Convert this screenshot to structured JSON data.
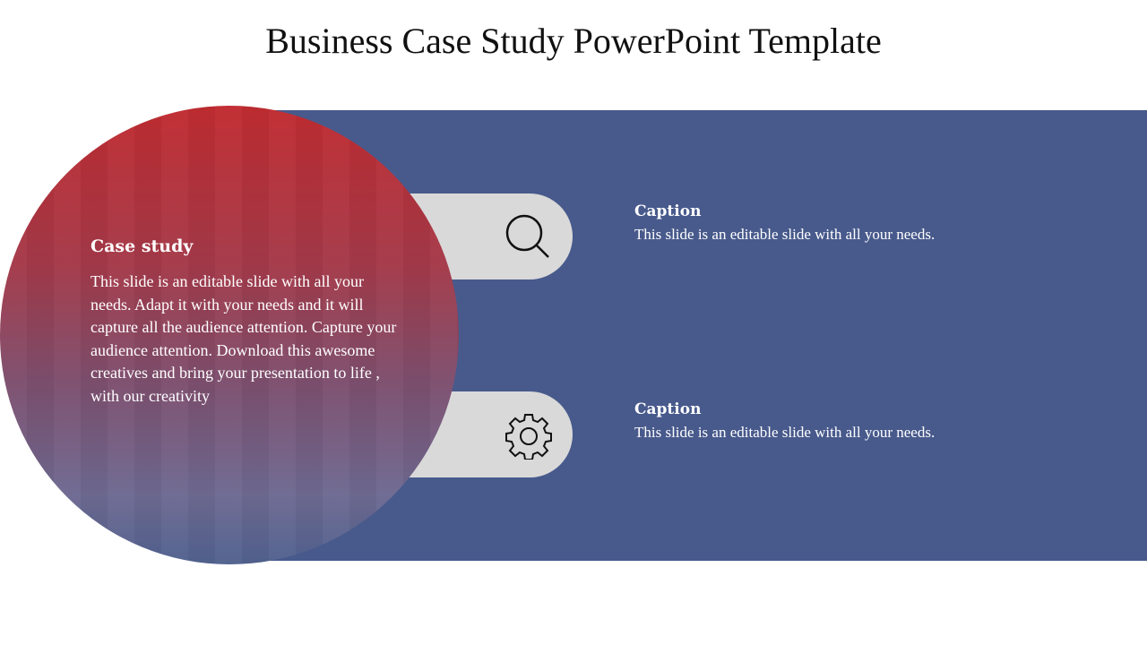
{
  "slide": {
    "title": "Business Case Study PowerPoint Template",
    "case_study": {
      "heading": "Case study",
      "body": "This slide is an editable slide with all your needs. Adapt it with your needs and it will capture all the audience attention. Capture your audience attention. Download this awesome creatives and bring your presentation to life , with our creativity"
    },
    "items": [
      {
        "icon": "search-icon",
        "caption": "Caption",
        "text": "This slide is an editable slide with all your needs."
      },
      {
        "icon": "gear-icon",
        "caption": "Caption",
        "text": "This slide is an editable slide with all your needs."
      }
    ],
    "colors": {
      "band": "#485A8C",
      "pill": "#d9d9d9",
      "circle_top": "#c12c31",
      "circle_bottom": "#51628f"
    }
  }
}
